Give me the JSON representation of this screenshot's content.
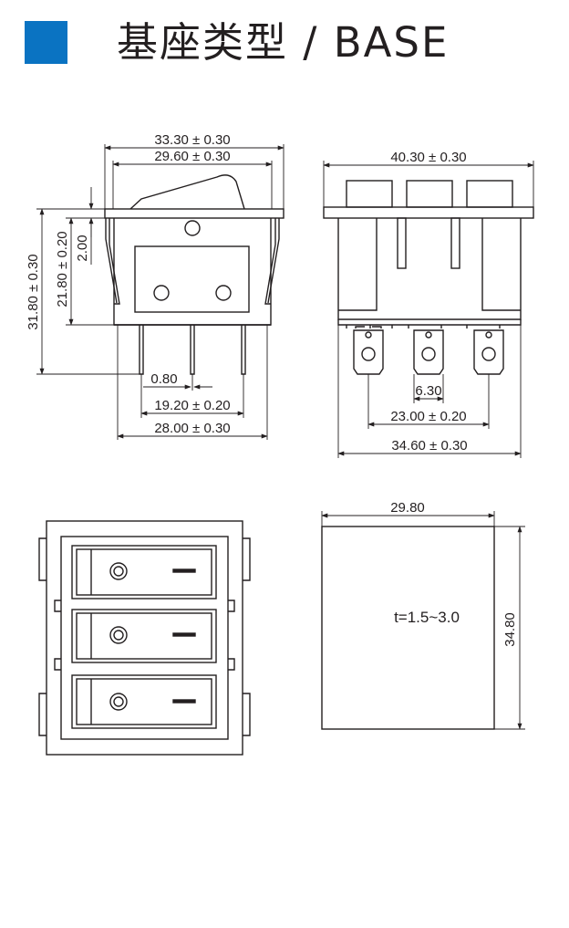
{
  "title": "基座类型 / BASE",
  "colors": {
    "accent": "#0a73c2",
    "line": "#231f20"
  },
  "front_view": {
    "width_outer": "33.30 ± 0.30",
    "width_inner": "29.60 ± 0.30",
    "height_total": "31.80 ± 0.30",
    "height_body": "21.80 ± 0.20",
    "flange": "2.00",
    "pin_width": "0.80",
    "pin_pitch": "19.20 ± 0.20",
    "width_bottom": "28.00 ± 0.30"
  },
  "side_view": {
    "width_top": "40.30 ± 0.30",
    "terminal_width": "6.30",
    "terminal_pitch": "23.00 ± 0.20",
    "width_bottom": "34.60 ± 0.30"
  },
  "cutout": {
    "width": "29.80",
    "height": "34.80",
    "thickness": "t=1.5~3.0"
  }
}
